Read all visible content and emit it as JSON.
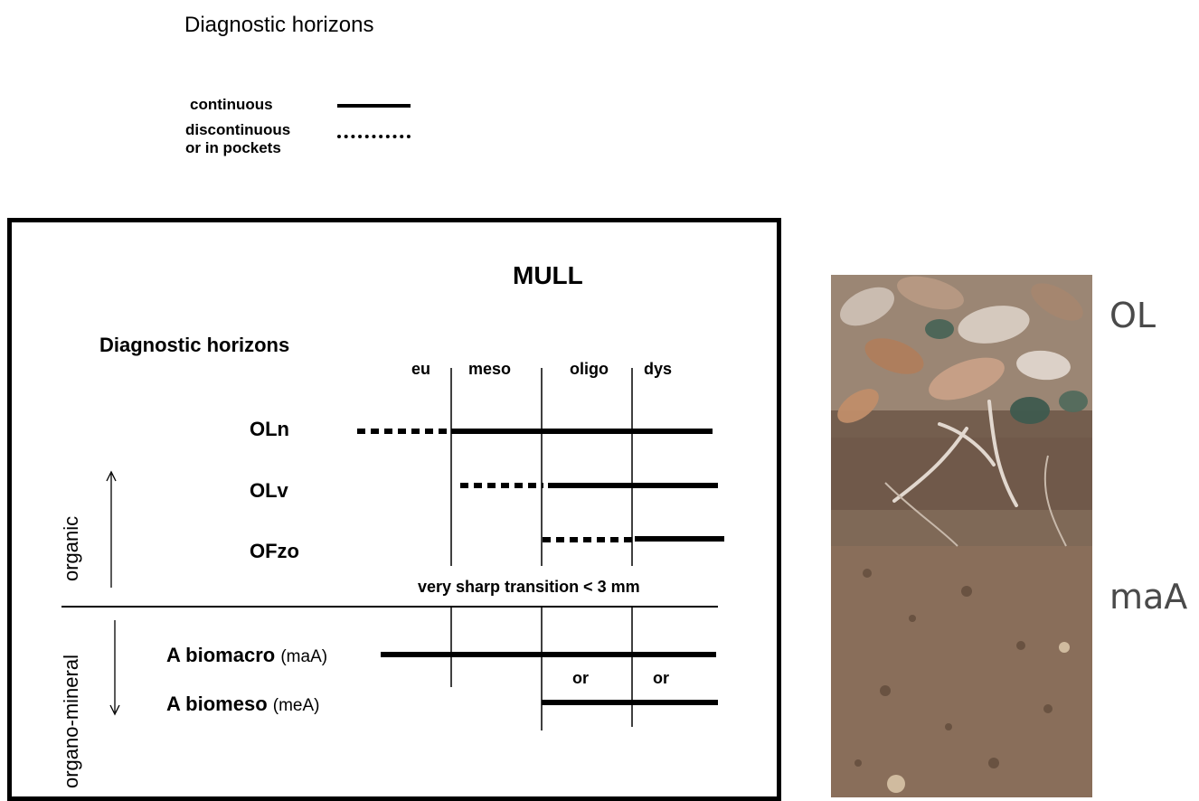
{
  "header": {
    "title": "Diagnostic horizons",
    "legend": {
      "continuous": "continuous",
      "discontinuous_line1": "discontinuous",
      "discontinuous_line2": "or in pockets"
    }
  },
  "diagram": {
    "title": "MULL",
    "subtitle": "Diagnostic horizons",
    "columns": [
      "eu",
      "meso",
      "oligo",
      "dys"
    ],
    "rows": {
      "oln": "OLn",
      "olv": "OLv",
      "ofzo": "OFzo",
      "a_biomacro": "A biomacro",
      "a_biomacro_abbr": "(maA)",
      "a_biomeso": "A biomeso",
      "a_biomeso_abbr": "(meA)"
    },
    "axis": {
      "organic": "organic",
      "organo_mineral": "organo-mineral"
    },
    "transition": "very sharp transition < 3 mm",
    "or1": "or",
    "or2": "or"
  },
  "photo": {
    "label_top": "OL",
    "label_bottom": "maA"
  },
  "colors": {
    "line": "#000000",
    "label_grey": "#4a4a4a"
  }
}
